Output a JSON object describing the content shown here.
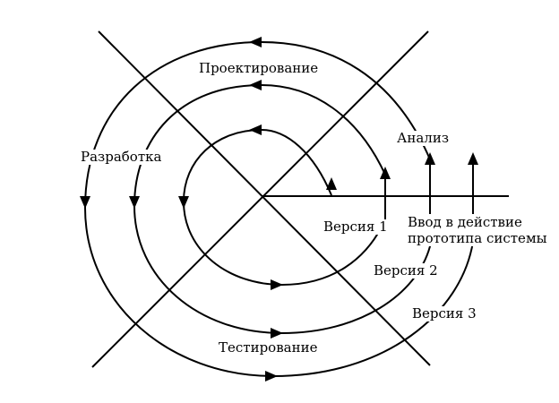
{
  "labels": {
    "design": "Проектирование",
    "development": "Разработка",
    "analysis": "Анализ",
    "testing": "Тестирование",
    "version1": "Версия 1",
    "version2": "Версия 2",
    "version3": "Версия 3",
    "deploy_line1": "Ввод в действие",
    "deploy_line2": "прототипа системы"
  },
  "colors": {
    "ink": "#000000",
    "background": "#ffffff"
  }
}
